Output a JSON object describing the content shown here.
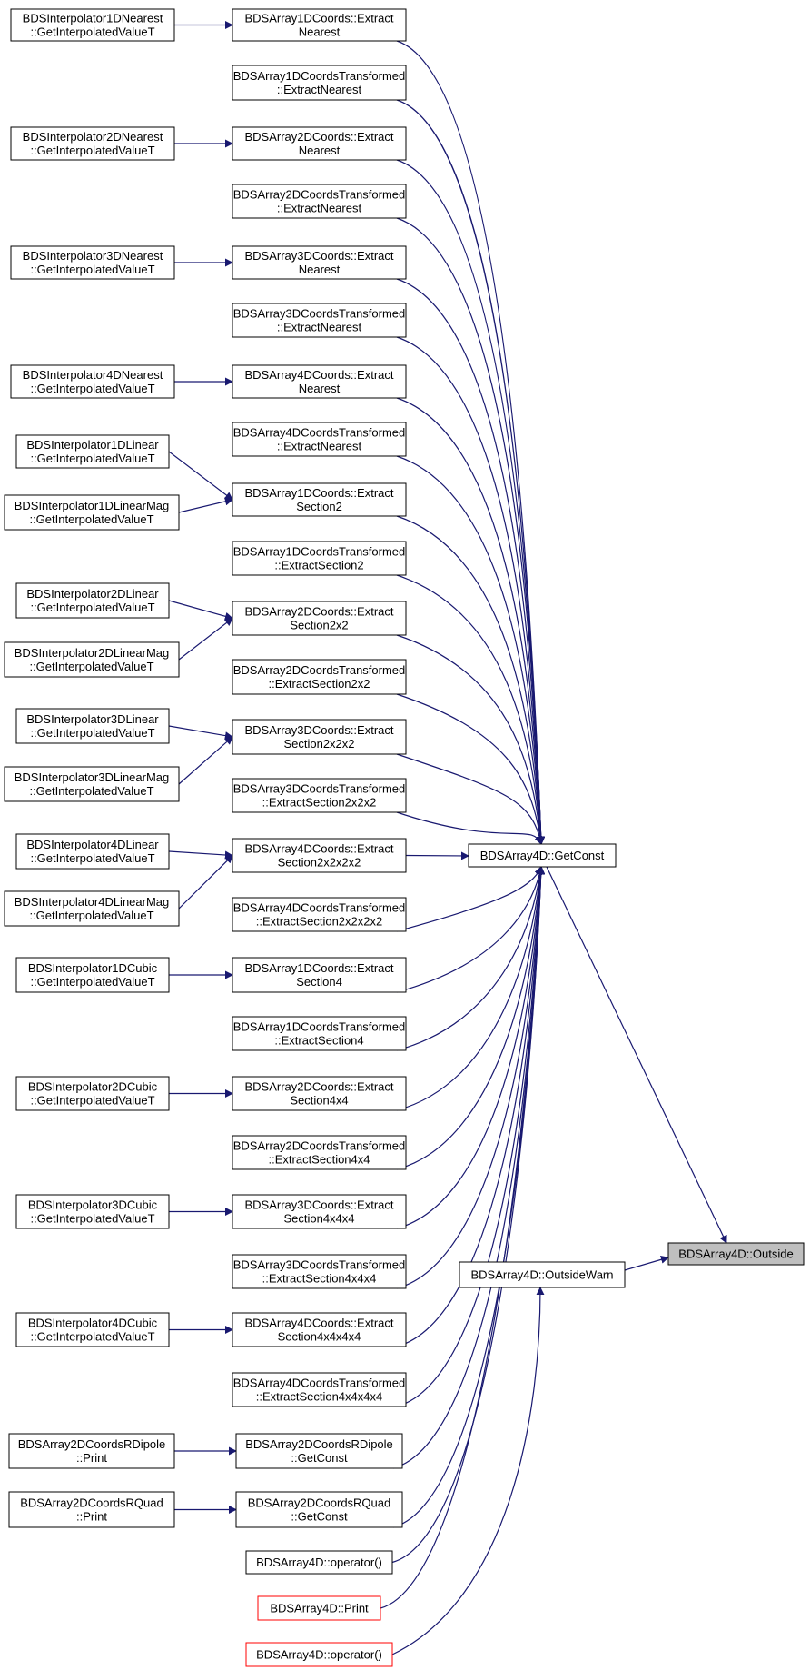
{
  "colors": {
    "edge": "#191970",
    "node_border": "#000000",
    "node_fill": "#ffffff",
    "focus_fill": "#bfbfbf",
    "truncated_border": "#ff0000"
  },
  "nodes": [
    {
      "id": "n_i1dn",
      "lines": [
        "BDSInterpolator1DNearest",
        "::GetInterpolatedValueT"
      ]
    },
    {
      "id": "n_a1dn",
      "lines": [
        "BDSArray1DCoords::Extract",
        "Nearest"
      ]
    },
    {
      "id": "n_a1dtn",
      "lines": [
        "BDSArray1DCoordsTransformed",
        "::ExtractNearest"
      ]
    },
    {
      "id": "n_i2dn",
      "lines": [
        "BDSInterpolator2DNearest",
        "::GetInterpolatedValueT"
      ]
    },
    {
      "id": "n_a2dn",
      "lines": [
        "BDSArray2DCoords::Extract",
        "Nearest"
      ]
    },
    {
      "id": "n_a2dtn",
      "lines": [
        "BDSArray2DCoordsTransformed",
        "::ExtractNearest"
      ]
    },
    {
      "id": "n_i3dn",
      "lines": [
        "BDSInterpolator3DNearest",
        "::GetInterpolatedValueT"
      ]
    },
    {
      "id": "n_a3dn",
      "lines": [
        "BDSArray3DCoords::Extract",
        "Nearest"
      ]
    },
    {
      "id": "n_a3dtn",
      "lines": [
        "BDSArray3DCoordsTransformed",
        "::ExtractNearest"
      ]
    },
    {
      "id": "n_i4dn",
      "lines": [
        "BDSInterpolator4DNearest",
        "::GetInterpolatedValueT"
      ]
    },
    {
      "id": "n_a4dn",
      "lines": [
        "BDSArray4DCoords::Extract",
        "Nearest"
      ]
    },
    {
      "id": "n_a4dtn",
      "lines": [
        "BDSArray4DCoordsTransformed",
        "::ExtractNearest"
      ]
    },
    {
      "id": "n_i1dl",
      "lines": [
        "BDSInterpolator1DLinear",
        "::GetInterpolatedValueT"
      ]
    },
    {
      "id": "n_i1dlm",
      "lines": [
        "BDSInterpolator1DLinearMag",
        "::GetInterpolatedValueT"
      ]
    },
    {
      "id": "n_a1ds2",
      "lines": [
        "BDSArray1DCoords::Extract",
        "Section2"
      ]
    },
    {
      "id": "n_a1dts2",
      "lines": [
        "BDSArray1DCoordsTransformed",
        "::ExtractSection2"
      ]
    },
    {
      "id": "n_i2dl",
      "lines": [
        "BDSInterpolator2DLinear",
        "::GetInterpolatedValueT"
      ]
    },
    {
      "id": "n_i2dlm",
      "lines": [
        "BDSInterpolator2DLinearMag",
        "::GetInterpolatedValueT"
      ]
    },
    {
      "id": "n_a2ds22",
      "lines": [
        "BDSArray2DCoords::Extract",
        "Section2x2"
      ]
    },
    {
      "id": "n_a2dts22",
      "lines": [
        "BDSArray2DCoordsTransformed",
        "::ExtractSection2x2"
      ]
    },
    {
      "id": "n_i3dl",
      "lines": [
        "BDSInterpolator3DLinear",
        "::GetInterpolatedValueT"
      ]
    },
    {
      "id": "n_i3dlm",
      "lines": [
        "BDSInterpolator3DLinearMag",
        "::GetInterpolatedValueT"
      ]
    },
    {
      "id": "n_a3ds222",
      "lines": [
        "BDSArray3DCoords::Extract",
        "Section2x2x2"
      ]
    },
    {
      "id": "n_a3dts222",
      "lines": [
        "BDSArray3DCoordsTransformed",
        "::ExtractSection2x2x2"
      ]
    },
    {
      "id": "n_i4dl",
      "lines": [
        "BDSInterpolator4DLinear",
        "::GetInterpolatedValueT"
      ]
    },
    {
      "id": "n_i4dlm",
      "lines": [
        "BDSInterpolator4DLinearMag",
        "::GetInterpolatedValueT"
      ]
    },
    {
      "id": "n_a4ds2222",
      "lines": [
        "BDSArray4DCoords::Extract",
        "Section2x2x2x2"
      ]
    },
    {
      "id": "n_a4dts2222",
      "lines": [
        "BDSArray4DCoordsTransformed",
        "::ExtractSection2x2x2x2"
      ]
    },
    {
      "id": "n_getconst",
      "lines": [
        "BDSArray4D::GetConst"
      ]
    },
    {
      "id": "n_i1dc",
      "lines": [
        "BDSInterpolator1DCubic",
        "::GetInterpolatedValueT"
      ]
    },
    {
      "id": "n_a1ds4",
      "lines": [
        "BDSArray1DCoords::Extract",
        "Section4"
      ]
    },
    {
      "id": "n_a1dts4",
      "lines": [
        "BDSArray1DCoordsTransformed",
        "::ExtractSection4"
      ]
    },
    {
      "id": "n_i2dc",
      "lines": [
        "BDSInterpolator2DCubic",
        "::GetInterpolatedValueT"
      ]
    },
    {
      "id": "n_a2ds44",
      "lines": [
        "BDSArray2DCoords::Extract",
        "Section4x4"
      ]
    },
    {
      "id": "n_a2dts44",
      "lines": [
        "BDSArray2DCoordsTransformed",
        "::ExtractSection4x4"
      ]
    },
    {
      "id": "n_i3dc",
      "lines": [
        "BDSInterpolator3DCubic",
        "::GetInterpolatedValueT"
      ]
    },
    {
      "id": "n_a3ds444",
      "lines": [
        "BDSArray3DCoords::Extract",
        "Section4x4x4"
      ]
    },
    {
      "id": "n_a3dts444",
      "lines": [
        "BDSArray3DCoordsTransformed",
        "::ExtractSection4x4x4"
      ]
    },
    {
      "id": "n_outside",
      "lines": [
        "BDSArray4D::Outside"
      ]
    },
    {
      "id": "n_outsidewarn",
      "lines": [
        "BDSArray4D::OutsideWarn"
      ]
    },
    {
      "id": "n_i4dc",
      "lines": [
        "BDSInterpolator4DCubic",
        "::GetInterpolatedValueT"
      ]
    },
    {
      "id": "n_a4ds4444",
      "lines": [
        "BDSArray4DCoords::Extract",
        "Section4x4x4x4"
      ]
    },
    {
      "id": "n_a4dts4444",
      "lines": [
        "BDSArray4DCoordsTransformed",
        "::ExtractSection4x4x4x4"
      ]
    },
    {
      "id": "n_rdip_print",
      "lines": [
        "BDSArray2DCoordsRDipole",
        "::Print"
      ]
    },
    {
      "id": "n_rdip_gc",
      "lines": [
        "BDSArray2DCoordsRDipole",
        "::GetConst"
      ]
    },
    {
      "id": "n_rquad_print",
      "lines": [
        "BDSArray2DCoordsRQuad",
        "::Print"
      ]
    },
    {
      "id": "n_rquad_gc",
      "lines": [
        "BDSArray2DCoordsRQuad",
        "::GetConst"
      ]
    },
    {
      "id": "n_op1",
      "lines": [
        "BDSArray4D::operator()"
      ]
    },
    {
      "id": "n_print",
      "lines": [
        "BDSArray4D::Print"
      ]
    },
    {
      "id": "n_op2",
      "lines": [
        "BDSArray4D::operator()"
      ]
    }
  ],
  "edges": [
    {
      "from": "n_i1dn",
      "to": "n_a1dn"
    },
    {
      "from": "n_i2dn",
      "to": "n_a2dn"
    },
    {
      "from": "n_i3dn",
      "to": "n_a3dn"
    },
    {
      "from": "n_i4dn",
      "to": "n_a4dn"
    },
    {
      "from": "n_i1dl",
      "to": "n_a1ds2"
    },
    {
      "from": "n_i1dlm",
      "to": "n_a1ds2"
    },
    {
      "from": "n_i2dl",
      "to": "n_a2ds22"
    },
    {
      "from": "n_i2dlm",
      "to": "n_a2ds22"
    },
    {
      "from": "n_i3dl",
      "to": "n_a3ds222"
    },
    {
      "from": "n_i3dlm",
      "to": "n_a3ds222"
    },
    {
      "from": "n_i4dl",
      "to": "n_a4ds2222"
    },
    {
      "from": "n_i4dlm",
      "to": "n_a4ds2222"
    },
    {
      "from": "n_i1dc",
      "to": "n_a1ds4"
    },
    {
      "from": "n_i2dc",
      "to": "n_a2ds44"
    },
    {
      "from": "n_i3dc",
      "to": "n_a3ds444"
    },
    {
      "from": "n_i4dc",
      "to": "n_a4ds4444"
    },
    {
      "from": "n_rdip_print",
      "to": "n_rdip_gc"
    },
    {
      "from": "n_rquad_print",
      "to": "n_rquad_gc"
    },
    {
      "from": "n_a1dn",
      "to": "n_getconst"
    },
    {
      "from": "n_a1dtn",
      "to": "n_getconst"
    },
    {
      "from": "n_a2dn",
      "to": "n_getconst"
    },
    {
      "from": "n_a2dtn",
      "to": "n_getconst"
    },
    {
      "from": "n_a3dn",
      "to": "n_getconst"
    },
    {
      "from": "n_a3dtn",
      "to": "n_getconst"
    },
    {
      "from": "n_a4dn",
      "to": "n_getconst"
    },
    {
      "from": "n_a4dtn",
      "to": "n_getconst"
    },
    {
      "from": "n_a1ds2",
      "to": "n_getconst"
    },
    {
      "from": "n_a1dts2",
      "to": "n_getconst"
    },
    {
      "from": "n_a2ds22",
      "to": "n_getconst"
    },
    {
      "from": "n_a2dts22",
      "to": "n_getconst"
    },
    {
      "from": "n_a3ds222",
      "to": "n_getconst"
    },
    {
      "from": "n_a3dts222",
      "to": "n_getconst"
    },
    {
      "from": "n_a4ds2222",
      "to": "n_getconst"
    },
    {
      "from": "n_a4dts2222",
      "to": "n_getconst"
    },
    {
      "from": "n_a1ds4",
      "to": "n_getconst"
    },
    {
      "from": "n_a1dts4",
      "to": "n_getconst"
    },
    {
      "from": "n_a2ds44",
      "to": "n_getconst"
    },
    {
      "from": "n_a2dts44",
      "to": "n_getconst"
    },
    {
      "from": "n_a3ds444",
      "to": "n_getconst"
    },
    {
      "from": "n_a3dts444",
      "to": "n_getconst"
    },
    {
      "from": "n_a4ds4444",
      "to": "n_getconst"
    },
    {
      "from": "n_a4dts4444",
      "to": "n_getconst"
    },
    {
      "from": "n_rdip_gc",
      "to": "n_getconst"
    },
    {
      "from": "n_rquad_gc",
      "to": "n_getconst"
    },
    {
      "from": "n_op1",
      "to": "n_getconst"
    },
    {
      "from": "n_print",
      "to": "n_getconst"
    },
    {
      "from": "n_getconst",
      "to": "n_outside"
    },
    {
      "from": "n_outsidewarn",
      "to": "n_outside"
    },
    {
      "from": "n_op2",
      "to": "n_outsidewarn"
    }
  ]
}
